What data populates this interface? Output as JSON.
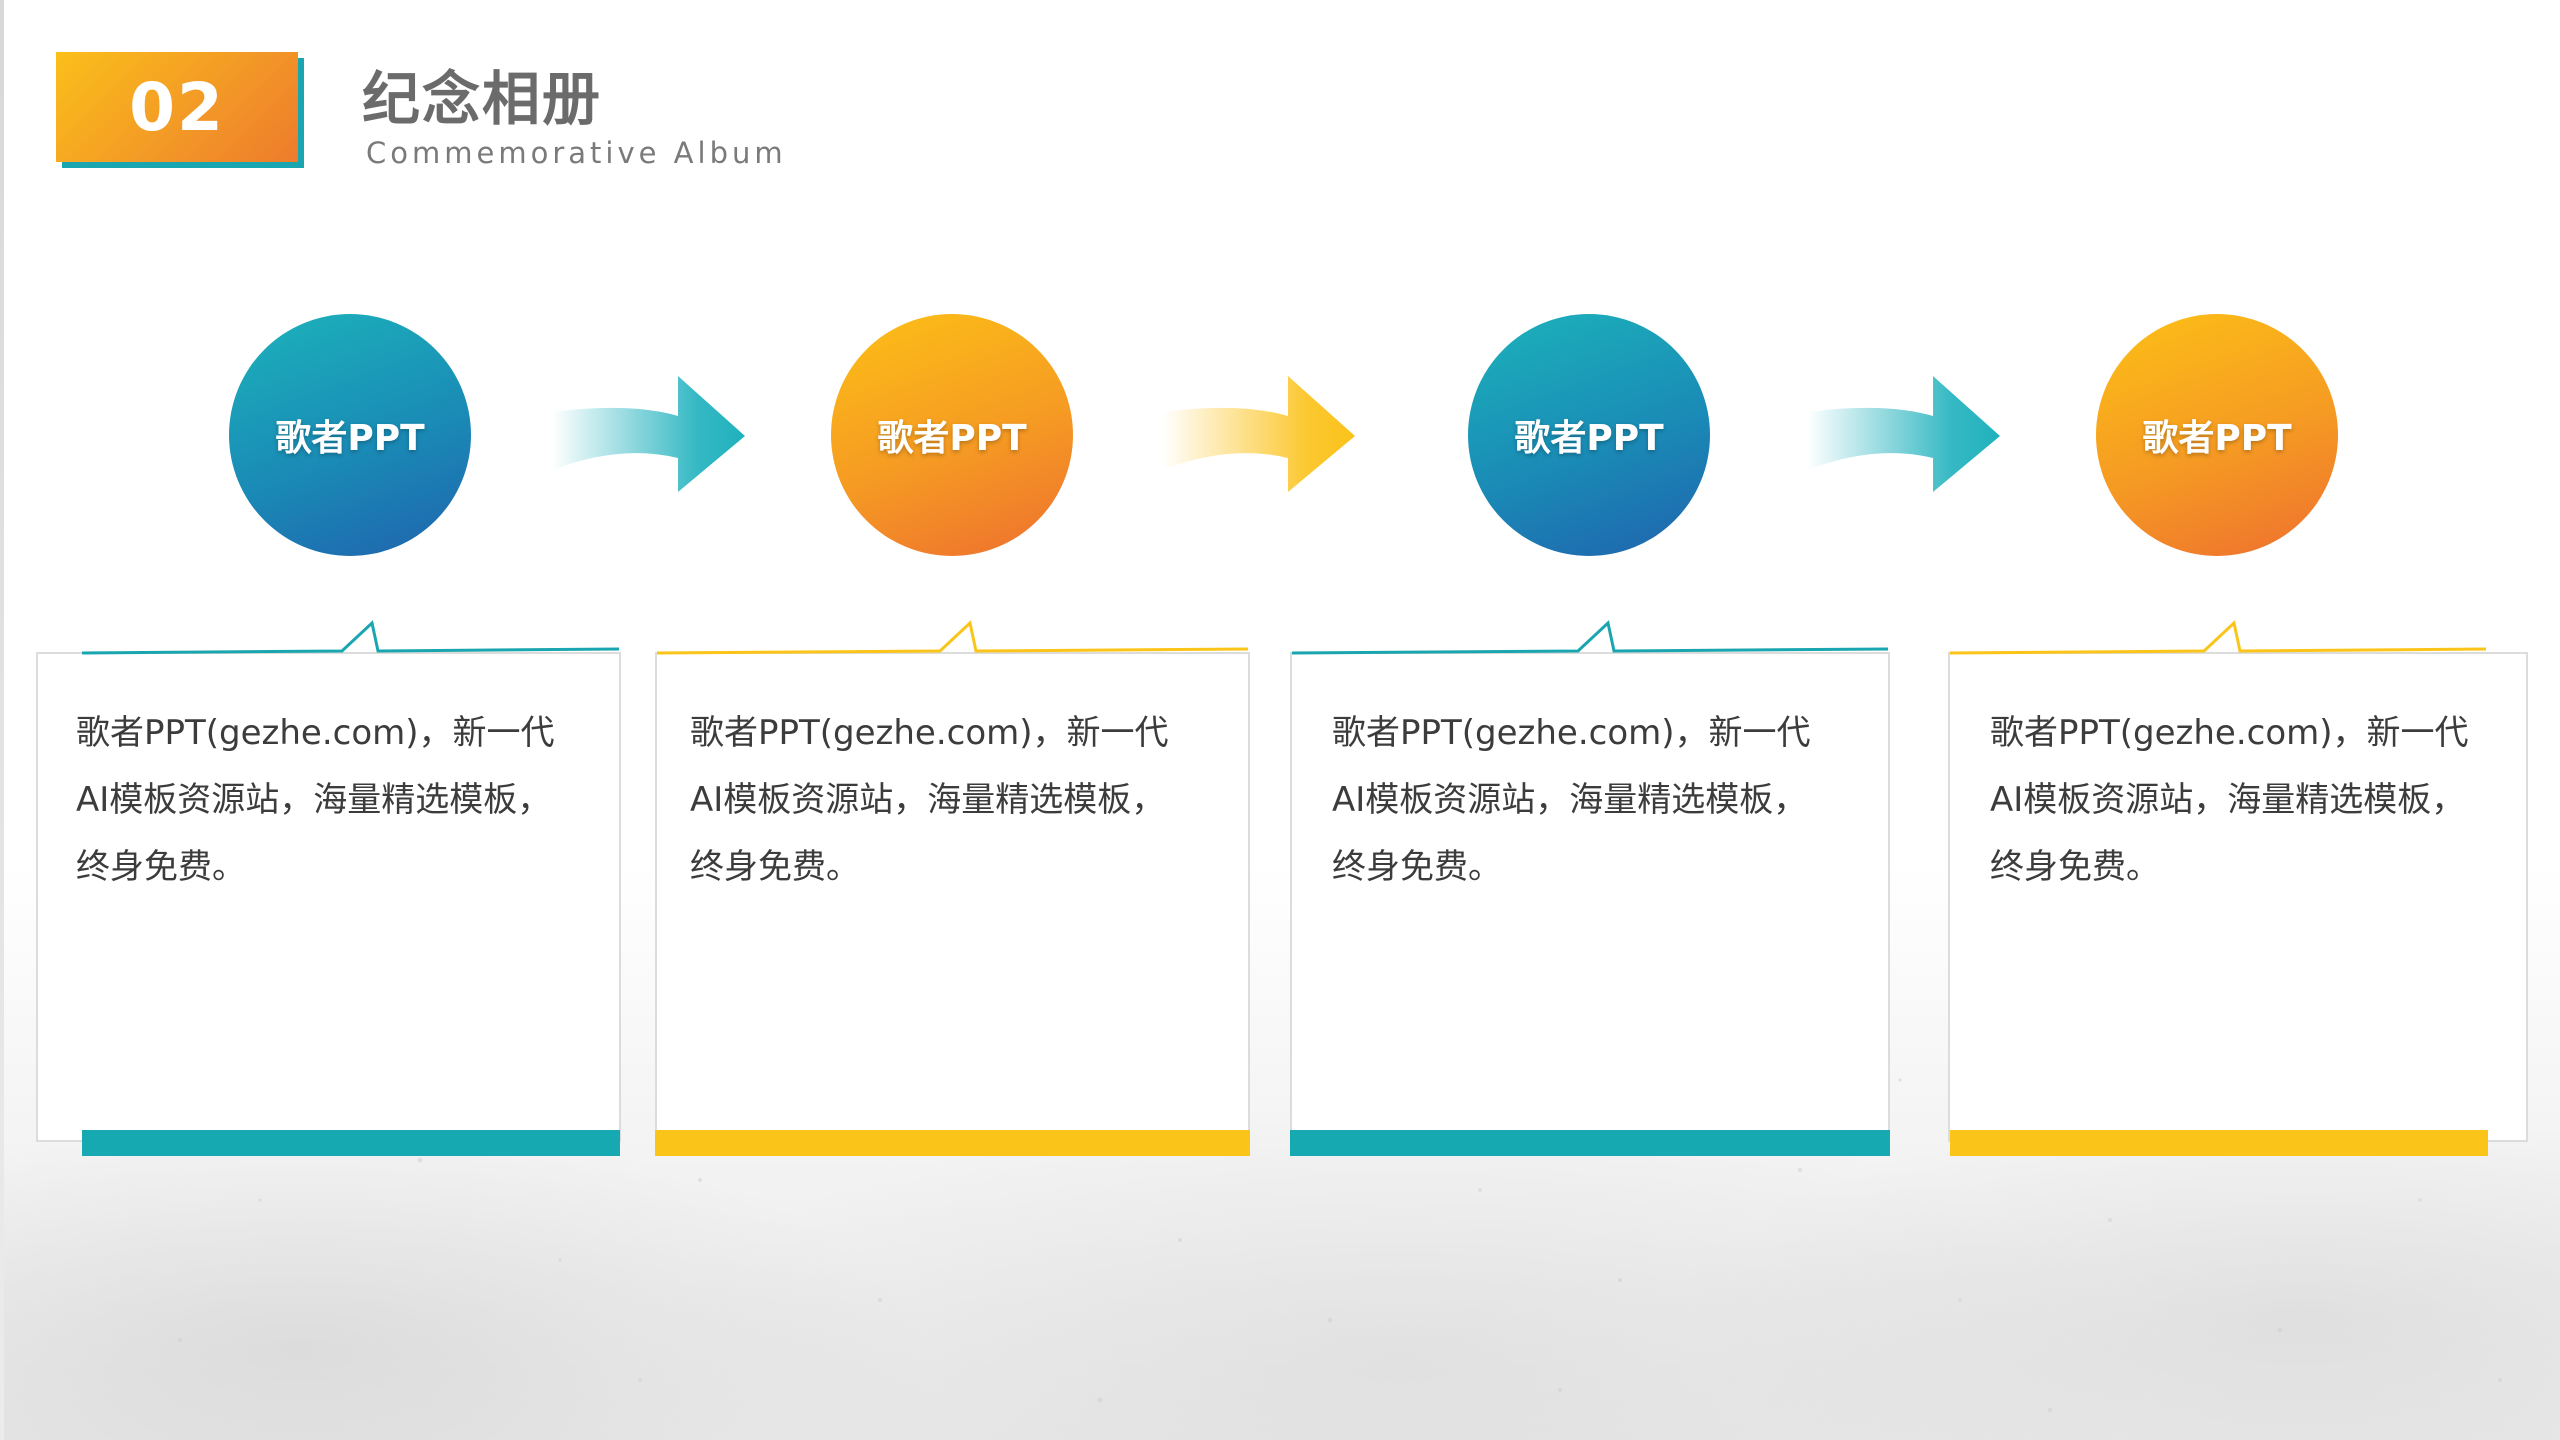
{
  "header": {
    "number": "02",
    "title": "纪念相册",
    "subtitle": "Commemorative Album"
  },
  "colors": {
    "teal": "#16a9b1",
    "blue": "#1f63ad",
    "orange": "#f39a26",
    "yellow": "#fbc419",
    "text": "#3c3c3c"
  },
  "steps": [
    {
      "label": "歌者PPT",
      "text": "歌者PPT(gezhe.com)，新一代\nAI模板资源站，海量精选模板，\n终身免费。",
      "color": "teal"
    },
    {
      "label": "歌者PPT",
      "text": "歌者PPT(gezhe.com)，新一代\nAI模板资源站，海量精选模板，\n终身免费。",
      "color": "orange"
    },
    {
      "label": "歌者PPT",
      "text": "歌者PPT(gezhe.com)，新一代\nAI模板资源站，海量精选模板，\n终身免费。",
      "color": "teal"
    },
    {
      "label": "歌者PPT",
      "text": "歌者PPT(gezhe.com)，新一代\nAI模板资源站，海量精选模板，\n终身免费。",
      "color": "orange"
    }
  ],
  "arrows": [
    {
      "icon": "arrow-right-icon",
      "color": "teal"
    },
    {
      "icon": "arrow-right-icon",
      "color": "yellow"
    },
    {
      "icon": "arrow-right-icon",
      "color": "teal"
    }
  ]
}
